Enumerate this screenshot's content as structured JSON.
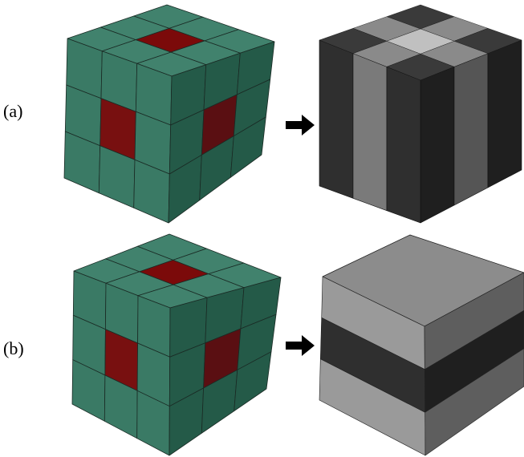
{
  "panels": [
    {
      "id": "a",
      "label": "(a)",
      "result": "vertical-stripes"
    },
    {
      "id": "b",
      "label": "(b)",
      "result": "horizontal-band"
    }
  ],
  "colors": {
    "cube_green_top": "#41826d",
    "cube_green_left": "#3a7a65",
    "cube_green_right": "#245a48",
    "highlight_red_top": "#7b0a0a",
    "highlight_red_left": "#781010",
    "highlight_red_right": "#5a0f12",
    "grid_line": "#1a2a24",
    "arrow": "#000000",
    "gray_dark_left": "#2f2f2f",
    "gray_dark_right": "#1f1f1f",
    "gray_mid_left": "#7a7a7a",
    "gray_mid_right": "#555555",
    "gray_top_dark": "#3a3a3a",
    "gray_top_mid": "#8a8a8a",
    "gray_top_light": "#c0c0c0",
    "gray_light_top": "#8c8c8c",
    "gray_light_left": "#9a9a9a",
    "gray_light_right": "#5e5e5e"
  },
  "icons": [
    "right-arrow-icon"
  ]
}
